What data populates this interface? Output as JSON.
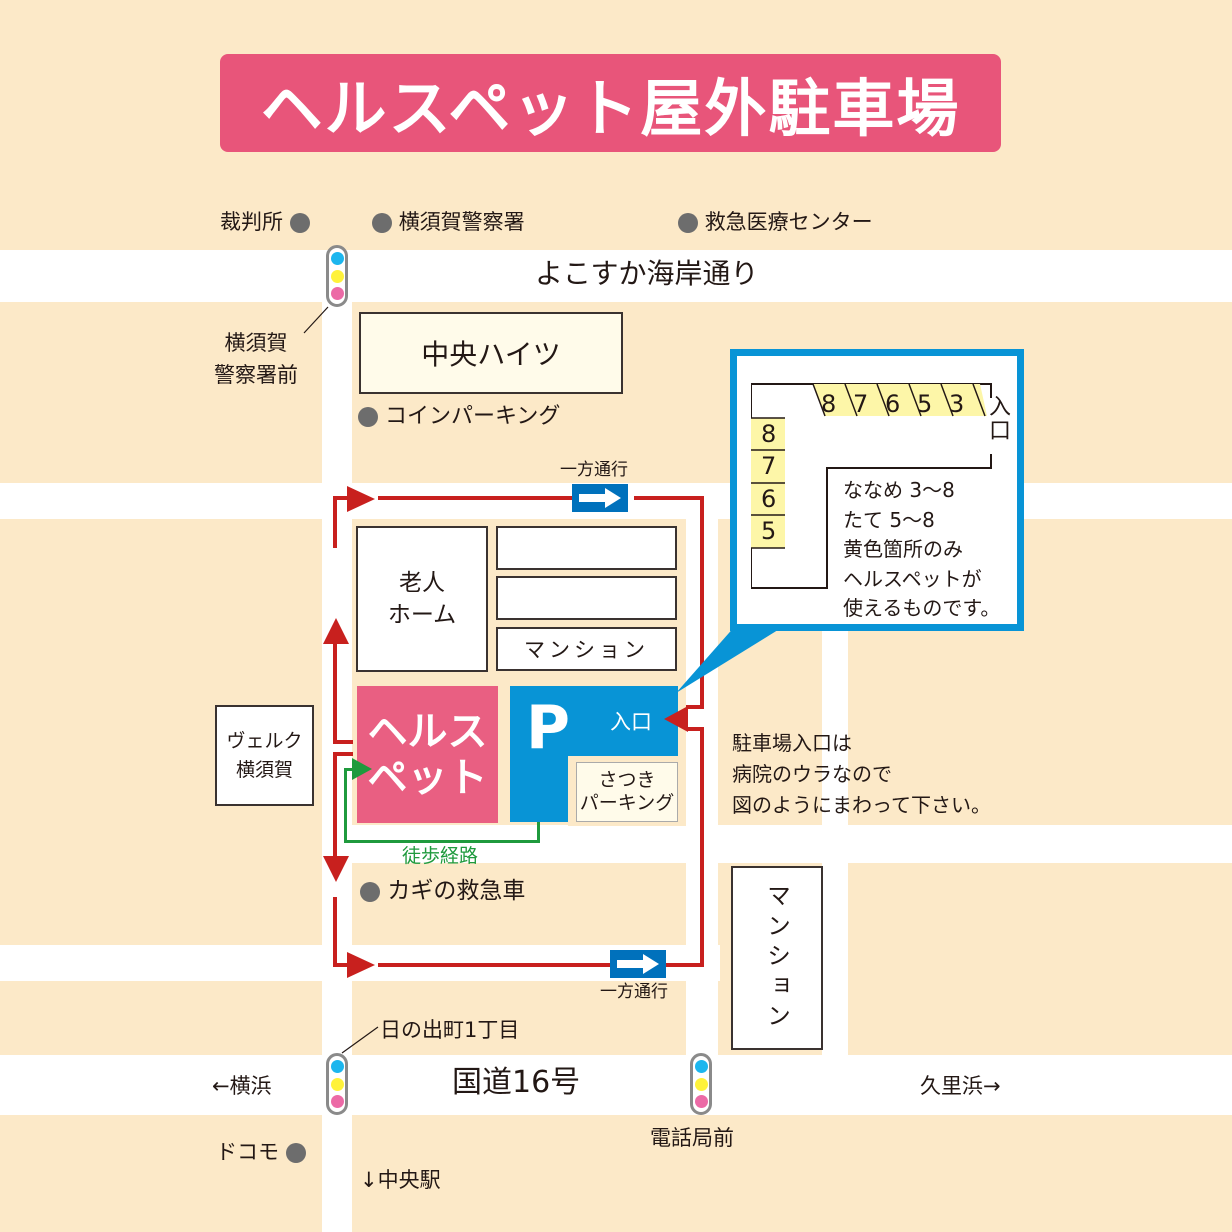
{
  "title": "ヘルスペット屋外駐車場",
  "colors": {
    "background": "#fce9c8",
    "road": "#ffffff",
    "title_bg": "#e8557a",
    "route_red": "#c8201e",
    "walk_green": "#1f9a3d",
    "parking_blue": "#0894d6",
    "yellow_slot": "#fdf6a8",
    "oneway_blue": "#0071bc"
  },
  "roads": {
    "top": "よこすか海岸通り",
    "bottom": "国道16号",
    "to_left": "←横浜",
    "to_right": "久里浜→",
    "to_south": "↓中央駅"
  },
  "landmarks": {
    "court": "裁判所",
    "police": "横須賀警察署",
    "emergency": "救急医療センター",
    "coin_parking": "コインパーキング",
    "key_service": "カギの救急車",
    "docomo": "ドコモ"
  },
  "signals": {
    "police_front_line1": "横須賀",
    "police_front_line2": "警察署前",
    "hinode": "日の出町1丁目",
    "denwa": "電話局前"
  },
  "buildings": {
    "chuo_heights": "中央ハイツ",
    "nursing_line1": "老人",
    "nursing_line2": "ホーム",
    "mansion_small": "マンション",
    "mansion_tall": "マンション",
    "velk_line1": "ヴェルク",
    "velk_line2": "横須賀",
    "healthpet_line1": "ヘルス",
    "healthpet_line2": "ペット",
    "parking_letter": "P",
    "parking_entrance": "入口",
    "satsuki_line1": "さつき",
    "satsuki_line2": "パーキング"
  },
  "oneway": {
    "top_label": "一方通行",
    "bottom_label": "一方通行"
  },
  "walk_route": "徒歩経路",
  "note": {
    "line1": "駐車場入口は",
    "line2": "病院のウラなので",
    "line3": "図のようにまわって下さい。"
  },
  "callout": {
    "diagonal_slots": [
      "8",
      "7",
      "6",
      "5",
      "3"
    ],
    "vertical_slots": [
      "8",
      "7",
      "6",
      "5"
    ],
    "entrance_char1": "入",
    "entrance_char2": "口",
    "line1": "ななめ 3〜8",
    "line2": "たて 5〜8",
    "line3": "黄色箇所のみ",
    "line4": "ヘルスペットが",
    "line5": "使えるものです。"
  }
}
